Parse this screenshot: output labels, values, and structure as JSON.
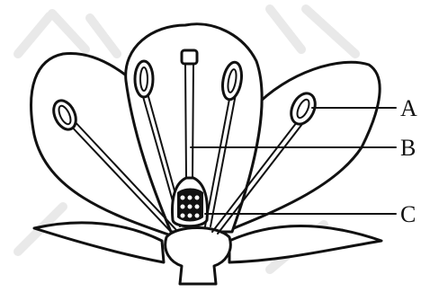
{
  "figure": {
    "labels": [
      {
        "id": "A",
        "text": "A"
      },
      {
        "id": "B",
        "text": "B"
      },
      {
        "id": "C",
        "text": "C"
      }
    ]
  }
}
